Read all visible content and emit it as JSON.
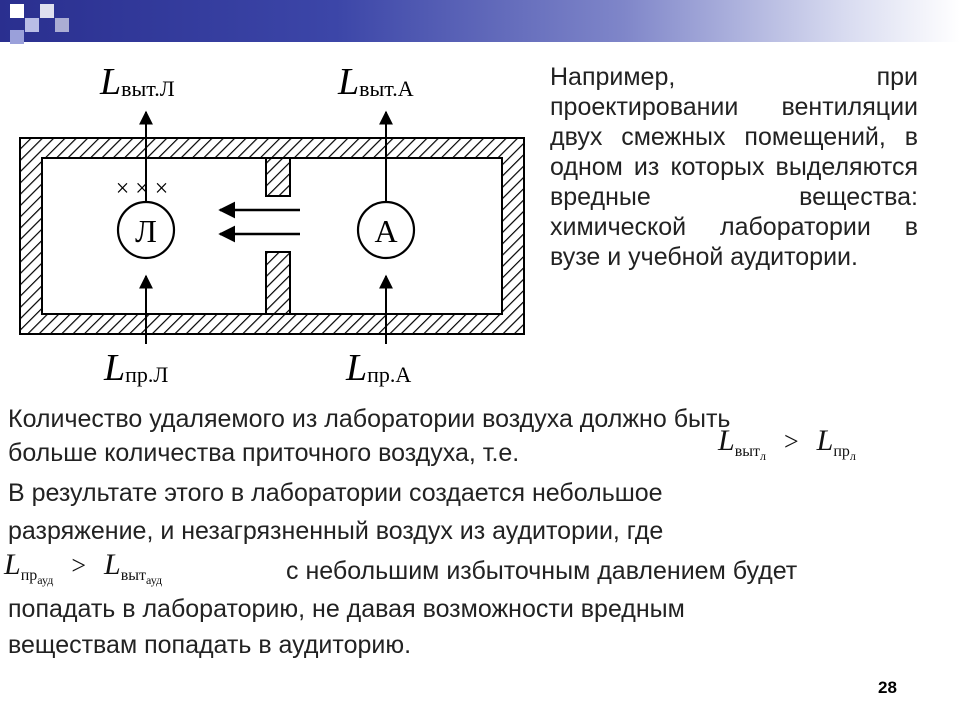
{
  "diagram": {
    "labels": {
      "out_lab_main": "L",
      "out_lab_sub": "выт.Л",
      "out_aud_main": "L",
      "out_aud_sub": "выт.А",
      "in_lab_main": "L",
      "in_lab_sub": "пр.Л",
      "in_aud_main": "L",
      "in_aud_sub": "пр.А",
      "room_lab": "Л",
      "room_aud": "А",
      "contaminant": "× × ×"
    }
  },
  "right_text": "Например, при проектировании вентиляции двух смежных помещений, в одном из которых выделяются вредные вещества: химической лаборатории в вузе и учебной аудитории.",
  "paragraph": {
    "line1": "Количество удаляемого из лаборатории воздуха должно быть",
    "line2": "больше количества приточного воздуха, т.е.",
    "line3": "В результате этого в лаборатории создается небольшое",
    "line4": "разряжение, и незагрязненный воздух из аудитории, где",
    "line5": "с небольшим избыточным давлением будет",
    "line6": "попадать в лабораторию, не давая возможности вредным",
    "line7": "веществам попадать в аудиторию."
  },
  "formula1": {
    "left_main": "L",
    "left_sub": "выт",
    "left_subsub": "л",
    "op": ">",
    "right_main": "L",
    "right_sub": "пр",
    "right_subsub": "л"
  },
  "formula2": {
    "left_main": "L",
    "left_sub": "пр",
    "left_subsub": "ауд",
    "op": ">",
    "right_main": "L",
    "right_sub": "выт",
    "right_subsub": "ауд"
  },
  "page_number": "28"
}
